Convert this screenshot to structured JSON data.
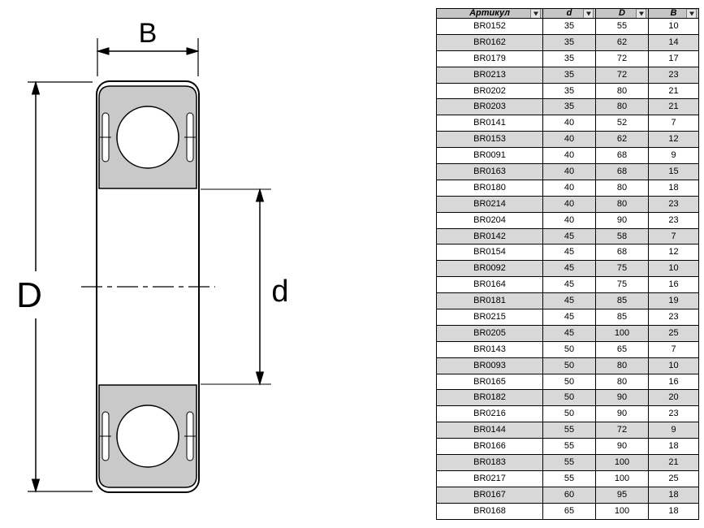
{
  "diagram": {
    "labels": {
      "width": "B",
      "outer_diameter": "D",
      "bore_diameter": "d"
    }
  },
  "table": {
    "headers": [
      {
        "key": "article",
        "label": "Артикул"
      },
      {
        "key": "d",
        "label": "d"
      },
      {
        "key": "D",
        "label": "D"
      },
      {
        "key": "B",
        "label": "B"
      }
    ],
    "rows": [
      {
        "article": "BR0152",
        "d": 35,
        "D": 55,
        "B": 10
      },
      {
        "article": "BR0162",
        "d": 35,
        "D": 62,
        "B": 14
      },
      {
        "article": "BR0179",
        "d": 35,
        "D": 72,
        "B": 17
      },
      {
        "article": "BR0213",
        "d": 35,
        "D": 72,
        "B": 23
      },
      {
        "article": "BR0202",
        "d": 35,
        "D": 80,
        "B": 21
      },
      {
        "article": "BR0203",
        "d": 35,
        "D": 80,
        "B": 21
      },
      {
        "article": "BR0141",
        "d": 40,
        "D": 52,
        "B": 7
      },
      {
        "article": "BR0153",
        "d": 40,
        "D": 62,
        "B": 12
      },
      {
        "article": "BR0091",
        "d": 40,
        "D": 68,
        "B": 9
      },
      {
        "article": "BR0163",
        "d": 40,
        "D": 68,
        "B": 15
      },
      {
        "article": "BR0180",
        "d": 40,
        "D": 80,
        "B": 18
      },
      {
        "article": "BR0214",
        "d": 40,
        "D": 80,
        "B": 23
      },
      {
        "article": "BR0204",
        "d": 40,
        "D": 90,
        "B": 23
      },
      {
        "article": "BR0142",
        "d": 45,
        "D": 58,
        "B": 7
      },
      {
        "article": "BR0154",
        "d": 45,
        "D": 68,
        "B": 12
      },
      {
        "article": "BR0092",
        "d": 45,
        "D": 75,
        "B": 10
      },
      {
        "article": "BR0164",
        "d": 45,
        "D": 75,
        "B": 16
      },
      {
        "article": "BR0181",
        "d": 45,
        "D": 85,
        "B": 19
      },
      {
        "article": "BR0215",
        "d": 45,
        "D": 85,
        "B": 23
      },
      {
        "article": "BR0205",
        "d": 45,
        "D": 100,
        "B": 25
      },
      {
        "article": "BR0143",
        "d": 50,
        "D": 65,
        "B": 7
      },
      {
        "article": "BR0093",
        "d": 50,
        "D": 80,
        "B": 10
      },
      {
        "article": "BR0165",
        "d": 50,
        "D": 80,
        "B": 16
      },
      {
        "article": "BR0182",
        "d": 50,
        "D": 90,
        "B": 20
      },
      {
        "article": "BR0216",
        "d": 50,
        "D": 90,
        "B": 23
      },
      {
        "article": "BR0144",
        "d": 55,
        "D": 72,
        "B": 9
      },
      {
        "article": "BR0166",
        "d": 55,
        "D": 90,
        "B": 18
      },
      {
        "article": "BR0183",
        "d": 55,
        "D": 100,
        "B": 21
      },
      {
        "article": "BR0217",
        "d": 55,
        "D": 100,
        "B": 25
      },
      {
        "article": "BR0167",
        "d": 60,
        "D": 95,
        "B": 18
      },
      {
        "article": "BR0168",
        "d": 65,
        "D": 100,
        "B": 18
      }
    ]
  }
}
